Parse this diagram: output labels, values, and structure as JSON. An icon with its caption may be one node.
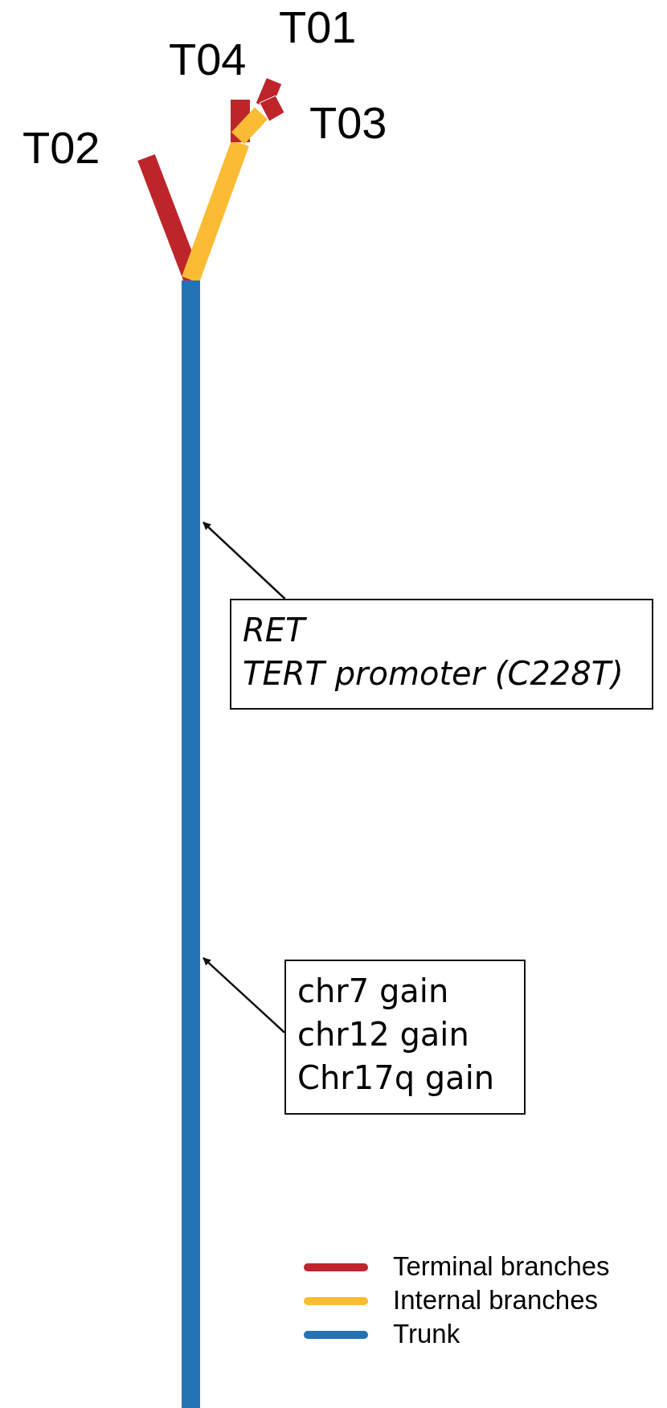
{
  "diagram": {
    "nodes": [
      {
        "text": [],
        "shape": "bar"
      },
      {
        "text": [
          "RET",
          "TERT promoter (C228T)"
        ]
      },
      {
        "text": [
          "chr7 gain",
          "chr12 gain",
          "Chr17q gain"
        ]
      }
    ],
    "edges": [
      {
        "from": 1,
        "to": 0,
        "arrow": "to"
      },
      {
        "from": 2,
        "to": 0,
        "arrow": "to"
      }
    ],
    "labels": [
      "T01",
      "T04",
      "T03",
      "T02"
    ],
    "legend": [
      {
        "text": "Terminal branches",
        "color": "#be252b"
      },
      {
        "text": "Internal branches",
        "color": "#fbbc33"
      },
      {
        "text": "Trunk",
        "color": "#2474b5"
      }
    ]
  }
}
